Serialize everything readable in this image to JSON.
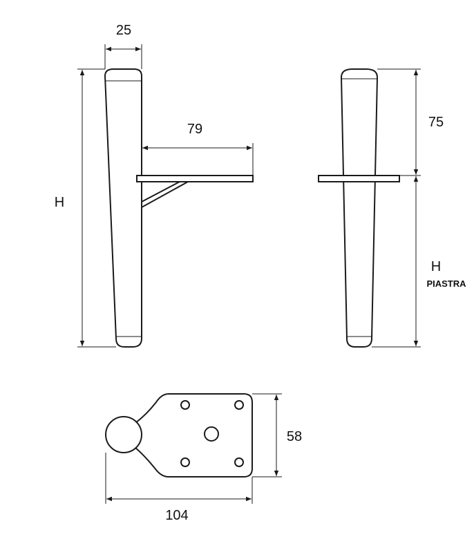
{
  "dimensions": {
    "width": "25",
    "depth": "79",
    "height": "H",
    "offset": "75",
    "plate_height_label": "H",
    "plate_height_sub": "PIASTRA",
    "plate_width": "58",
    "plate_length": "104"
  },
  "colors": {
    "line": "#1a1a1a",
    "background": "#ffffff"
  }
}
